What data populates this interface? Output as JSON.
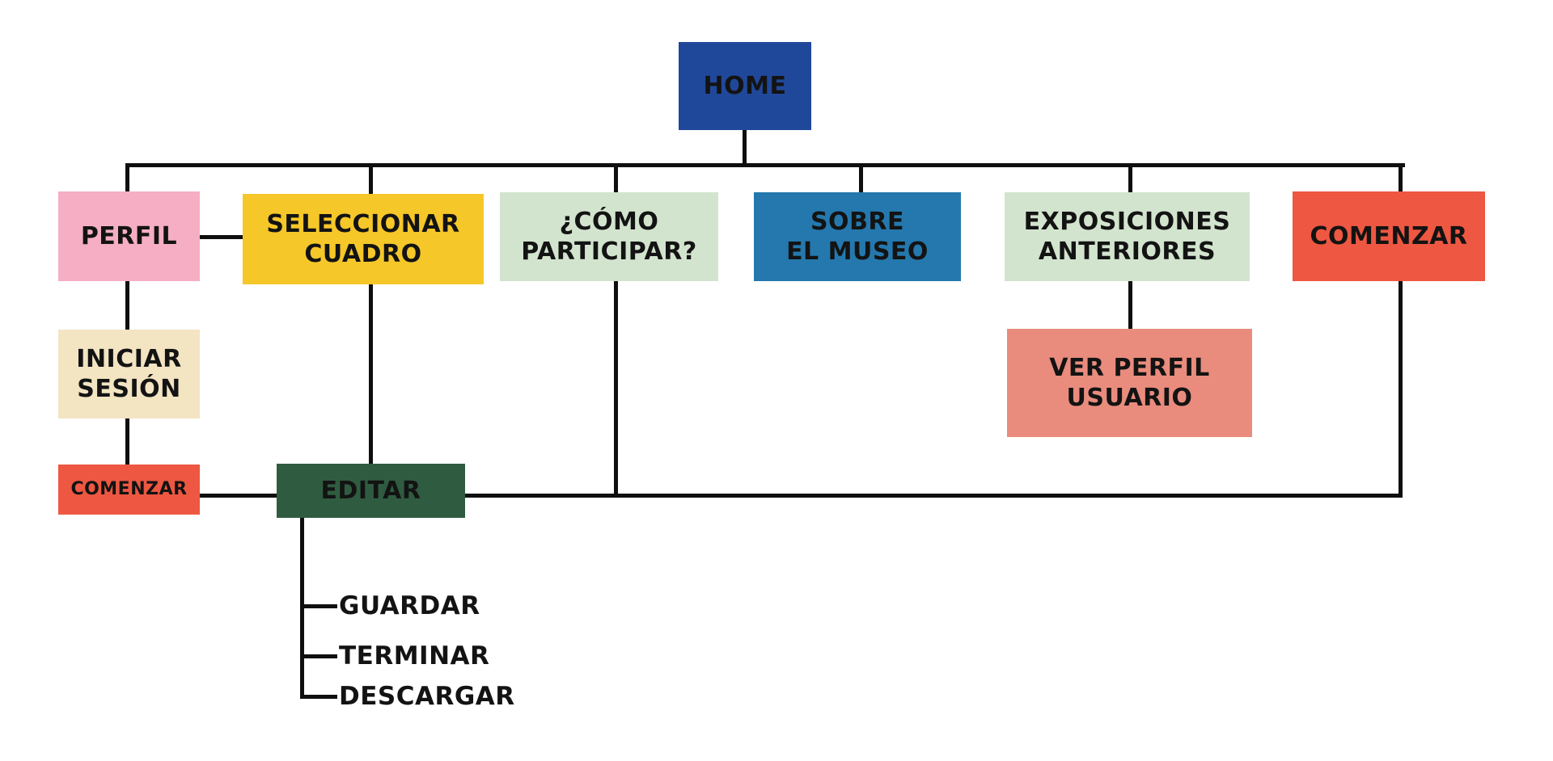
{
  "diagram_type": "sitemap-flowchart",
  "colors": {
    "navy": "#20489A",
    "pink": "#F5AEC3",
    "yellow": "#F5C728",
    "light_green": "#D2E4CE",
    "blue": "#2478AD",
    "red": "#EE5741",
    "cream": "#F3E4C2",
    "dark_green": "#2F5C40",
    "salmon": "#E98C7D",
    "line": "#0F0F0F",
    "text": "#131313",
    "background": "#FFFFFF"
  },
  "nodes": {
    "home": {
      "label": "HOME",
      "color": "#20489A"
    },
    "perfil": {
      "label": "PERFIL",
      "color": "#F5AEC3"
    },
    "seleccionar_cuadro": {
      "label": "SELECCIONAR\nCUADRO",
      "color": "#F5C728"
    },
    "como_participar": {
      "label": "¿CÓMO\nPARTICIPAR?",
      "color": "#D2E4CE"
    },
    "sobre_el_museo": {
      "label": "SOBRE\nEL MUSEO",
      "color": "#2478AD"
    },
    "exposiciones_anteriores": {
      "label": "EXPOSICIONES\nANTERIORES",
      "color": "#D2E4CE"
    },
    "comenzar_main": {
      "label": "COMENZAR",
      "color": "#EE5741"
    },
    "iniciar_sesion": {
      "label": "INICIAR\nSESIÓN",
      "color": "#F3E4C2"
    },
    "ver_perfil_usuario": {
      "label": "VER PERFIL\nUSUARIO",
      "color": "#E98C7D"
    },
    "comenzar_login": {
      "label": "COMENZAR",
      "color": "#EE5741"
    },
    "editar": {
      "label": "EDITAR",
      "color": "#2F5C40"
    },
    "guardar": {
      "label": "GUARDAR"
    },
    "terminar": {
      "label": "TERMINAR"
    },
    "descargar": {
      "label": "DESCARGAR"
    }
  },
  "hierarchy": {
    "root": "home",
    "edges": [
      [
        "home",
        "perfil"
      ],
      [
        "home",
        "seleccionar_cuadro"
      ],
      [
        "home",
        "como_participar"
      ],
      [
        "home",
        "sobre_el_museo"
      ],
      [
        "home",
        "exposiciones_anteriores"
      ],
      [
        "home",
        "comenzar_main"
      ],
      [
        "perfil",
        "iniciar_sesion"
      ],
      [
        "iniciar_sesion",
        "comenzar_login"
      ],
      [
        "perfil",
        "seleccionar_cuadro"
      ],
      [
        "seleccionar_cuadro",
        "editar"
      ],
      [
        "comenzar_login",
        "editar"
      ],
      [
        "como_participar",
        "editar"
      ],
      [
        "comenzar_main",
        "editar"
      ],
      [
        "exposiciones_anteriores",
        "ver_perfil_usuario"
      ],
      [
        "editar",
        "guardar"
      ],
      [
        "editar",
        "terminar"
      ],
      [
        "editar",
        "descargar"
      ]
    ]
  }
}
